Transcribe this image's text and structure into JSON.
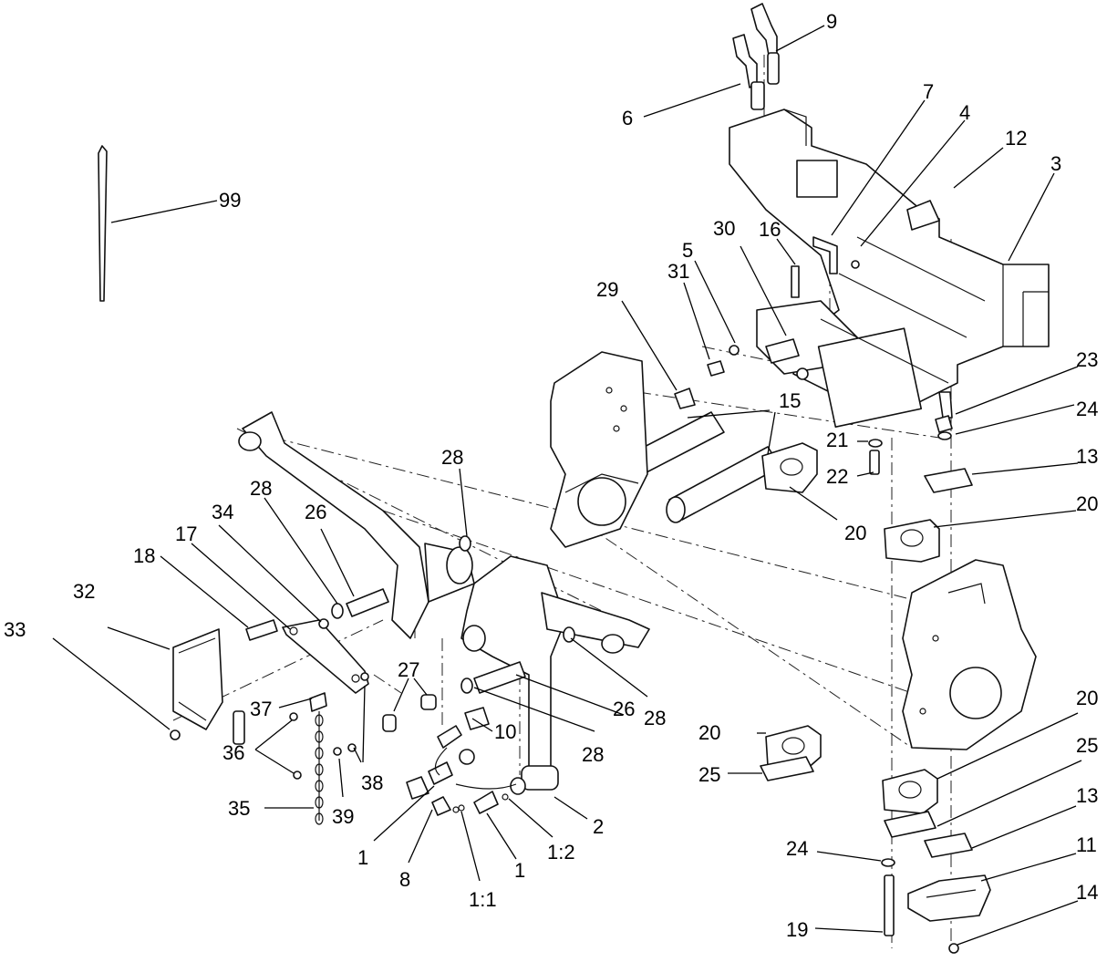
{
  "callouts": [
    {
      "id": "c-9",
      "label": "9"
    },
    {
      "id": "c-6",
      "label": "6"
    },
    {
      "id": "c-7",
      "label": "7"
    },
    {
      "id": "c-4",
      "label": "4"
    },
    {
      "id": "c-12",
      "label": "12"
    },
    {
      "id": "c-3",
      "label": "3"
    },
    {
      "id": "c-99",
      "label": "99"
    },
    {
      "id": "c-30",
      "label": "30"
    },
    {
      "id": "c-16",
      "label": "16"
    },
    {
      "id": "c-5",
      "label": "5"
    },
    {
      "id": "c-31",
      "label": "31"
    },
    {
      "id": "c-29",
      "label": "29"
    },
    {
      "id": "c-15",
      "label": "15"
    },
    {
      "id": "c-23",
      "label": "23"
    },
    {
      "id": "c-24a",
      "label": "24"
    },
    {
      "id": "c-21",
      "label": "21"
    },
    {
      "id": "c-22",
      "label": "22"
    },
    {
      "id": "c-13a",
      "label": "13"
    },
    {
      "id": "c-20a",
      "label": "20"
    },
    {
      "id": "c-20b",
      "label": "20"
    },
    {
      "id": "c-28a",
      "label": "28"
    },
    {
      "id": "c-28b",
      "label": "28"
    },
    {
      "id": "c-26a",
      "label": "26"
    },
    {
      "id": "c-34",
      "label": "34"
    },
    {
      "id": "c-17",
      "label": "17"
    },
    {
      "id": "c-18",
      "label": "18"
    },
    {
      "id": "c-32",
      "label": "32"
    },
    {
      "id": "c-33",
      "label": "33"
    },
    {
      "id": "c-27",
      "label": "27"
    },
    {
      "id": "c-37",
      "label": "37"
    },
    {
      "id": "c-10",
      "label": "10"
    },
    {
      "id": "c-28c",
      "label": "28"
    },
    {
      "id": "c-26b",
      "label": "26"
    },
    {
      "id": "c-28d",
      "label": "28"
    },
    {
      "id": "c-20c",
      "label": "20"
    },
    {
      "id": "c-20d",
      "label": "20"
    },
    {
      "id": "c-36",
      "label": "36"
    },
    {
      "id": "c-38",
      "label": "38"
    },
    {
      "id": "c-25a",
      "label": "25"
    },
    {
      "id": "c-25b",
      "label": "25"
    },
    {
      "id": "c-35",
      "label": "35"
    },
    {
      "id": "c-39",
      "label": "39"
    },
    {
      "id": "c-2",
      "label": "2"
    },
    {
      "id": "c-13b",
      "label": "13"
    },
    {
      "id": "c-1a",
      "label": "1"
    },
    {
      "id": "c-12b",
      "label": "1:2"
    },
    {
      "id": "c-8",
      "label": "8"
    },
    {
      "id": "c-1b",
      "label": "1"
    },
    {
      "id": "c-11b",
      "label": "1:1"
    },
    {
      "id": "c-24b",
      "label": "24"
    },
    {
      "id": "c-11",
      "label": "11"
    },
    {
      "id": "c-14",
      "label": "14"
    },
    {
      "id": "c-19",
      "label": "19"
    }
  ]
}
